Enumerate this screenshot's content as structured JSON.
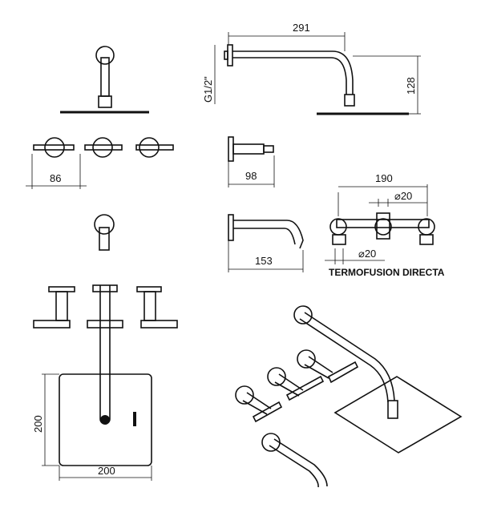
{
  "dimensions": {
    "arm_length": "291",
    "arm_drop": "128",
    "thread": "G1/2\"",
    "handle_spacing": "86",
    "valve_depth": "98",
    "rough_in_width": "190",
    "pipe_diameter_upper": "⌀20",
    "pipe_diameter_lower": "⌀20",
    "spout_length": "153",
    "plate_height": "200",
    "plate_width": "200"
  },
  "rough_in_label": "TERMOFUSION DIRECTA"
}
